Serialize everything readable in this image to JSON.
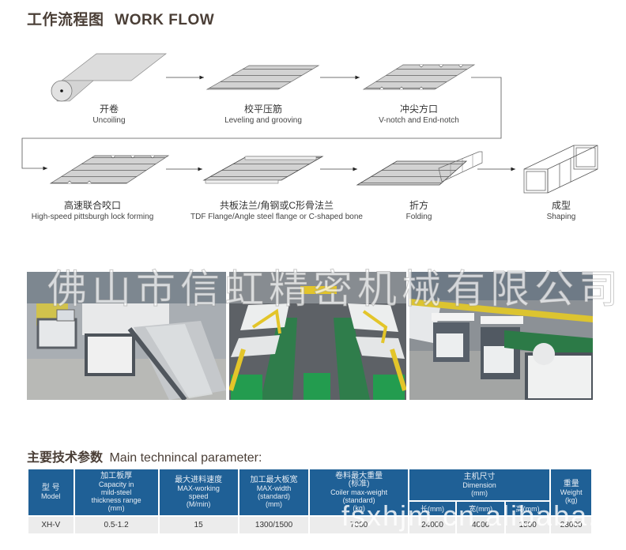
{
  "workflow": {
    "title_cn": "工作流程图",
    "title_en": "WORK FLOW",
    "steps": [
      {
        "cn": "开卷",
        "en": "Uncoiling"
      },
      {
        "cn": "校平压筋",
        "en": "Leveling and grooving"
      },
      {
        "cn": "冲尖方口",
        "en": "V-notch and End-notch"
      },
      {
        "cn": "高速联合咬口",
        "en": "High-speed pittsburgh lock forming"
      },
      {
        "cn": "共板法兰/角钢或C形骨法兰",
        "en": "TDF Flange/Angle steel flange or C-shaped bone"
      },
      {
        "cn": "折方",
        "en": "Folding"
      },
      {
        "cn": "成型",
        "en": "Shaping"
      }
    ]
  },
  "photos": {
    "watermark": "佛山市信虹精密机械有限公司",
    "items": [
      {
        "name": "uncoiling-leveling-machine-photo"
      },
      {
        "name": "flange-forming-line-photo"
      },
      {
        "name": "lock-forming-line-photo"
      }
    ]
  },
  "parameters": {
    "title_cn": "主要技术参数",
    "title_en": "Main technincal parameter:",
    "headers": {
      "model": {
        "cn": "型  号",
        "en": "Model"
      },
      "thickness": {
        "cn": "加工板厚",
        "en1": "Capacity in",
        "en2": "mild-steel",
        "en3": "thickness range",
        "en4": "(mm)"
      },
      "speed": {
        "cn": "最大进料速度",
        "en1": "MAX-working",
        "en2": "speed",
        "en3": "(M/min)"
      },
      "width": {
        "cn": "加工最大板宽",
        "en1": "MAX-width",
        "en2": "(standard)",
        "en3": "(mm)"
      },
      "coiler": {
        "cn": "卷料最大重量",
        "cn2": "(标准)",
        "en1": "Coiler max-weight",
        "en2": "(standard)",
        "en3": "(kg)"
      },
      "dimension": {
        "cn": "主机尺寸",
        "en1": "Dimension",
        "en2": "(mm)",
        "length": "长(mm)",
        "widthd": "宽(mm)",
        "height": "高(mm)"
      },
      "weight": {
        "cn": "重量",
        "en1": "Weight",
        "en2": "(kg)"
      }
    },
    "rows": [
      {
        "model": "XH-V",
        "thickness": "0.5-1.2",
        "speed": "15",
        "width": "1300/1500",
        "coiler": "7000",
        "length": "24000",
        "widthd": "4000",
        "height": "1500",
        "weight": "23000"
      }
    ],
    "watermark": "fsxhjm.cn.alibaba.com"
  },
  "colors": {
    "header_blue": "#1f6096",
    "title_brown": "#4a3e36",
    "cell_grey": "#ececec"
  }
}
